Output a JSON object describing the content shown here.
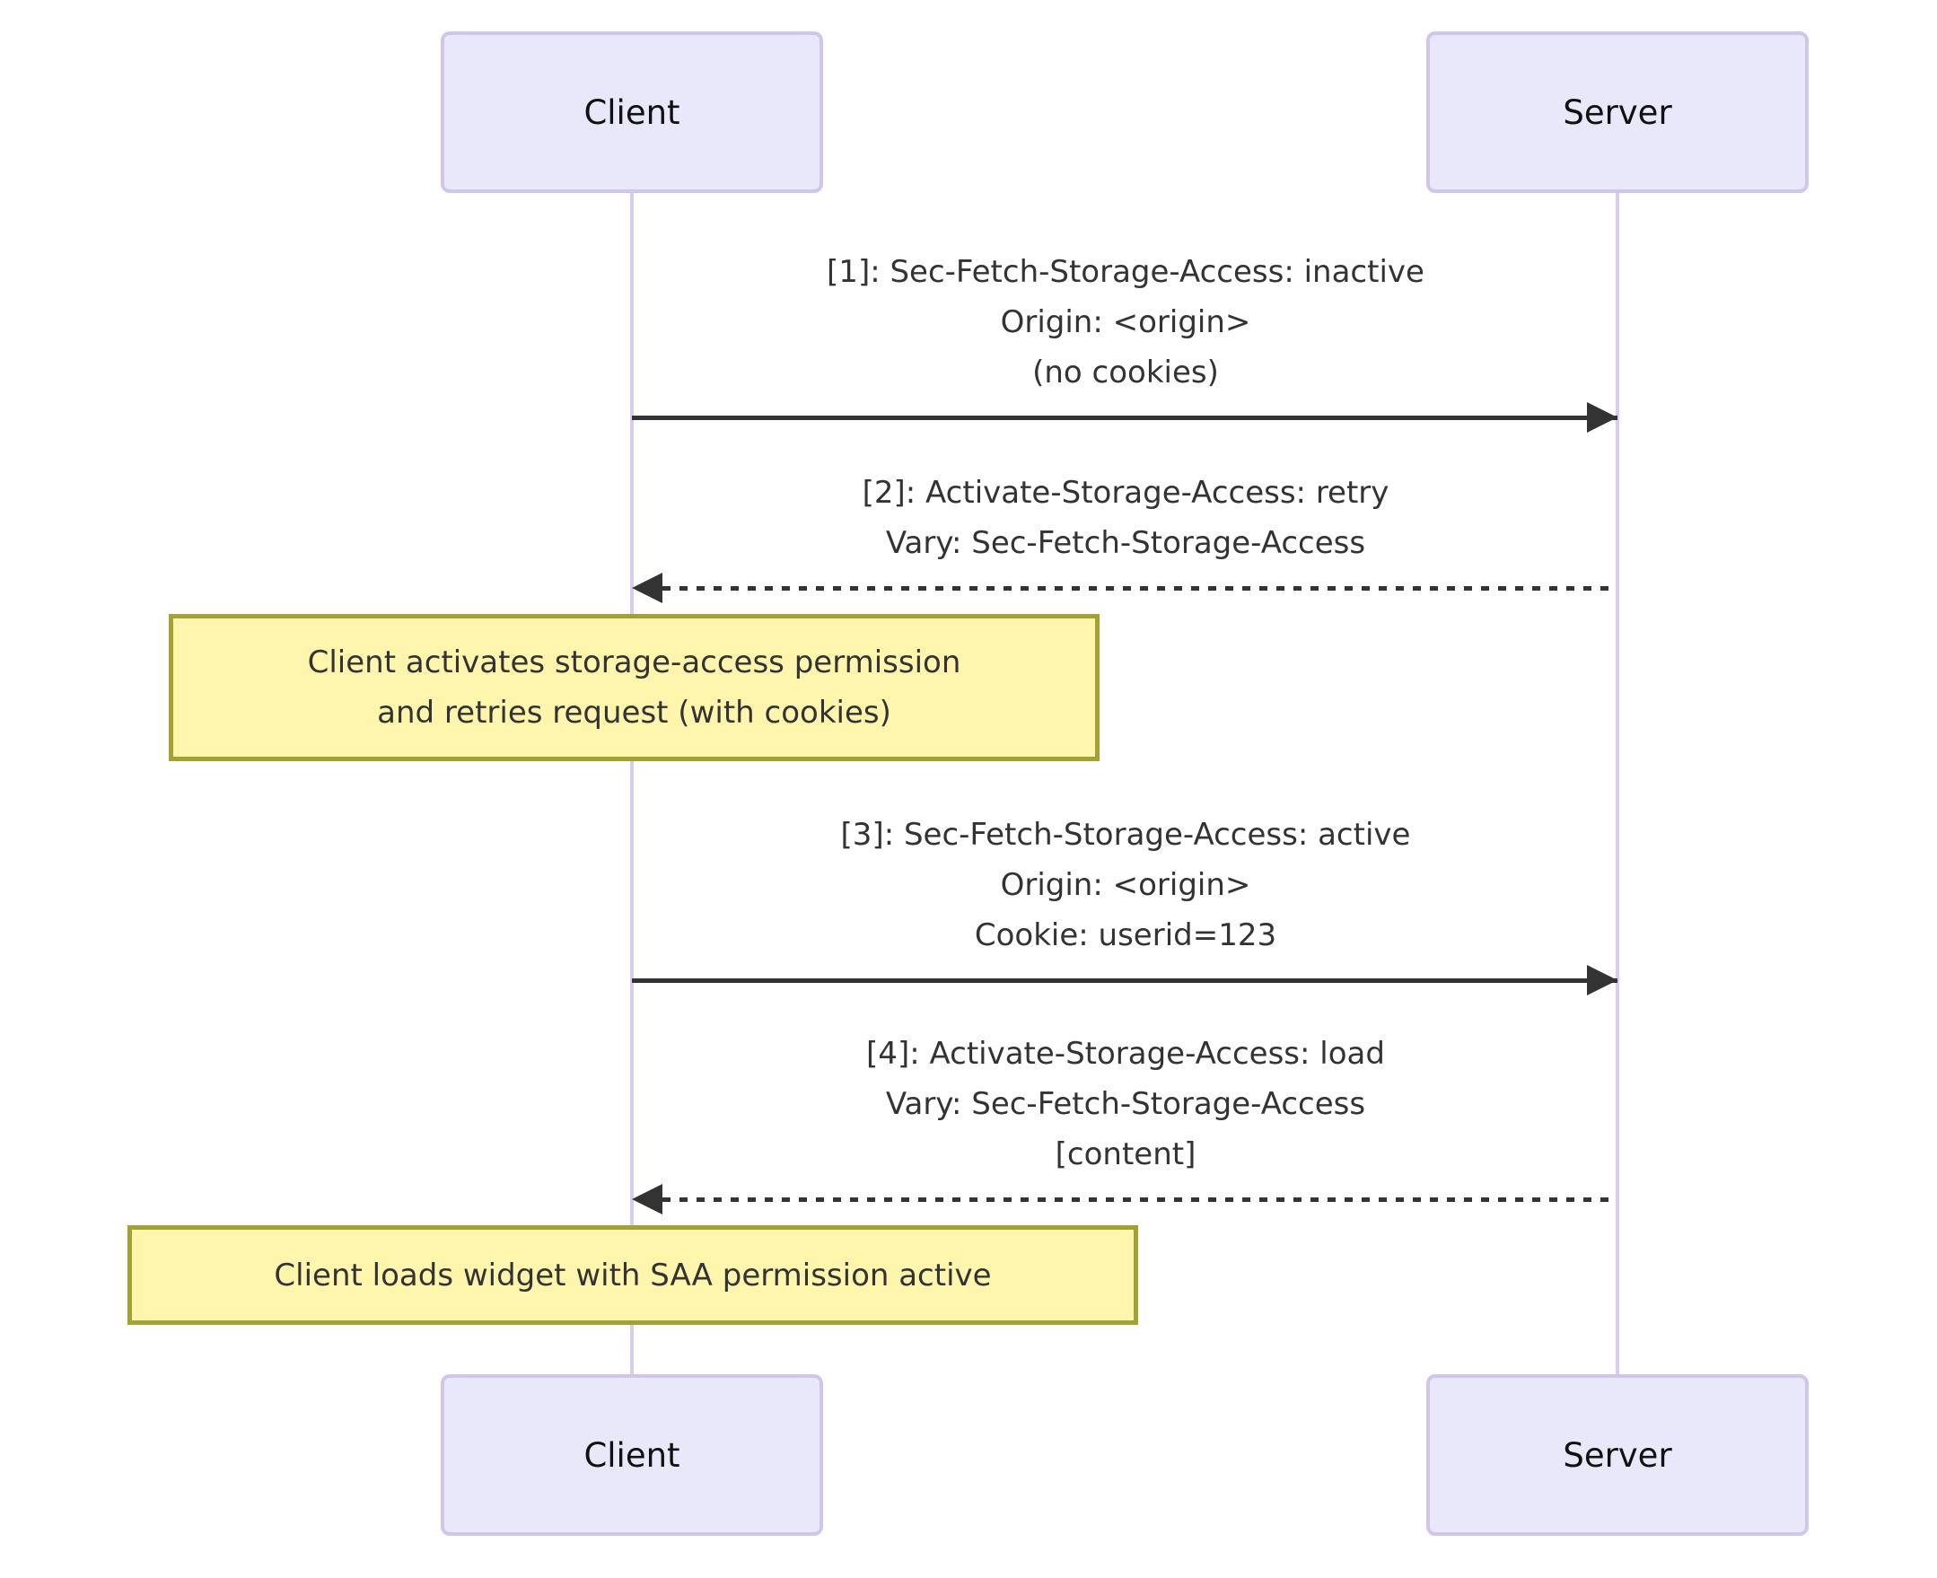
{
  "diagram": {
    "type": "sequence",
    "actors": [
      {
        "id": "client",
        "label": "Client"
      },
      {
        "id": "server",
        "label": "Server"
      }
    ],
    "messages": [
      {
        "number": "1",
        "from": "client",
        "to": "server",
        "line_style": "solid",
        "lines": [
          "[1]: Sec-Fetch-Storage-Access: inactive",
          "Origin: <origin>",
          "(no cookies)"
        ]
      },
      {
        "number": "2",
        "from": "server",
        "to": "client",
        "line_style": "dotted",
        "lines": [
          "[2]: Activate-Storage-Access: retry",
          "Vary: Sec-Fetch-Storage-Access"
        ]
      },
      {
        "number": "3",
        "from": "client",
        "to": "server",
        "line_style": "solid",
        "lines": [
          "[3]: Sec-Fetch-Storage-Access: active",
          "Origin: <origin>",
          "Cookie: userid=123"
        ]
      },
      {
        "number": "4",
        "from": "server",
        "to": "client",
        "line_style": "dotted",
        "lines": [
          "[4]: Activate-Storage-Access: load",
          "Vary: Sec-Fetch-Storage-Access",
          "[content]"
        ]
      }
    ],
    "notes": [
      {
        "over": "client",
        "lines": [
          "Client activates storage-access permission",
          "and retries request (with cookies)"
        ]
      },
      {
        "over": "client",
        "lines": [
          "Client loads widget with SAA permission active"
        ]
      }
    ],
    "colors": {
      "actor_fill": "#e9e7fa",
      "actor_border": "#d2c5ec",
      "lifeline": "#d8ccf2",
      "note_fill": "#fff5ad",
      "note_border": "#a2a234",
      "arrow": "#333333",
      "text": "#333333",
      "background": "#ffffff"
    }
  }
}
